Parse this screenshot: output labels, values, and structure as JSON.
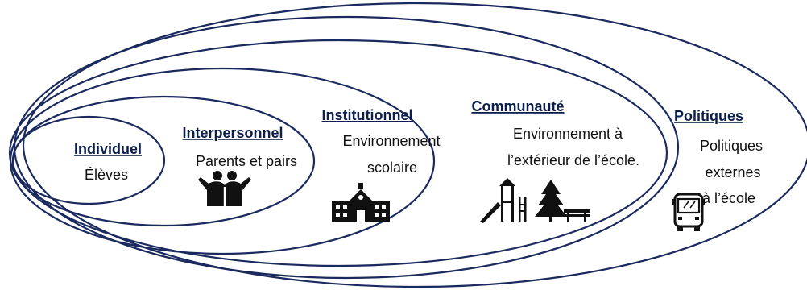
{
  "diagram": {
    "line_color": "#1b2a5e",
    "title_color": "#0b1f4a",
    "layers": [
      {
        "id": "individuel",
        "title": "Individuel",
        "description": [
          "Élèves"
        ],
        "icon": null
      },
      {
        "id": "interpersonnel",
        "title": "Interpersonnel",
        "description": [
          "Parents et pairs"
        ],
        "icon": "two-people-hugging-icon"
      },
      {
        "id": "institutionnel",
        "title": "Institutionnel",
        "description": [
          "Environnement",
          "scolaire"
        ],
        "icon": "school-building-icon"
      },
      {
        "id": "communaute",
        "title": "Communauté",
        "description": [
          "Environnement à",
          "l’extérieur de l’école."
        ],
        "icon": "playground-park-icon"
      },
      {
        "id": "politiques",
        "title": "Politiques",
        "description": [
          "Politiques",
          "externes",
          "à l’école"
        ],
        "icon": "bus-icon"
      }
    ]
  }
}
